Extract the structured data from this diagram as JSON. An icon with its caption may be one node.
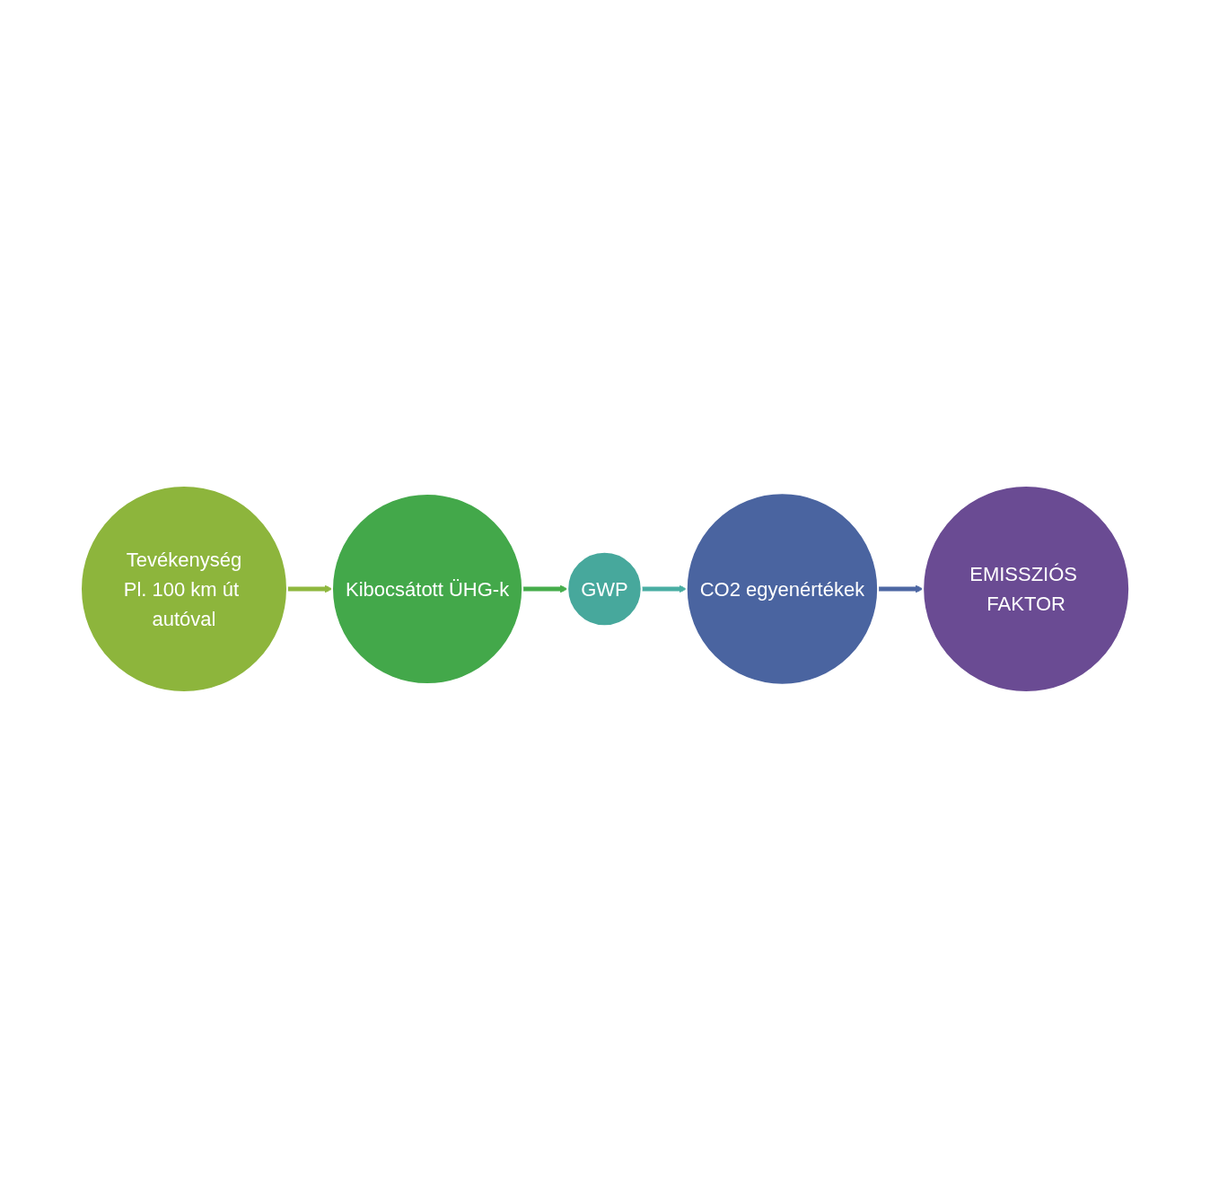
{
  "diagram": {
    "nodes": [
      {
        "text": [
          "Tevékenység",
          "Pl. 100 km út autóval"
        ]
      },
      {
        "text": [
          "Kibocsátott ÜHG-k"
        ]
      },
      {
        "text": [
          "GWP"
        ]
      },
      {
        "text": [
          "CO2 egyenértékek"
        ]
      },
      {
        "text": [
          "EMISSZIÓS FAKTOR"
        ]
      }
    ],
    "edges": [
      {
        "from": 0,
        "to": 1,
        "arrow": "to",
        "color": "#8fb83f"
      },
      {
        "from": 1,
        "to": 2,
        "arrow": "to",
        "color": "#46ad4c"
      },
      {
        "from": 2,
        "to": 3,
        "arrow": "to",
        "color": "#4aaea3"
      },
      {
        "from": 3,
        "to": 4,
        "arrow": "to",
        "color": "#4d67a3"
      }
    ]
  }
}
